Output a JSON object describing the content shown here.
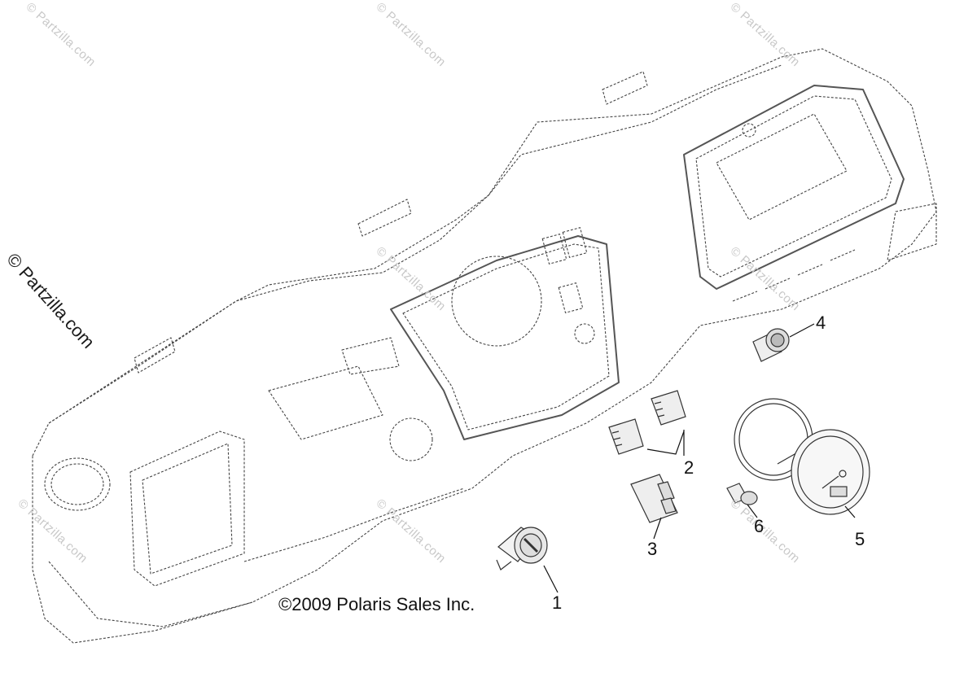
{
  "watermark_text": "© Partzilla.com",
  "watermark_main": "© Partzilla.com",
  "copyright": "©2009 Polaris Sales Inc.",
  "callouts": [
    "1",
    "2",
    "3",
    "4",
    "5",
    "6"
  ]
}
